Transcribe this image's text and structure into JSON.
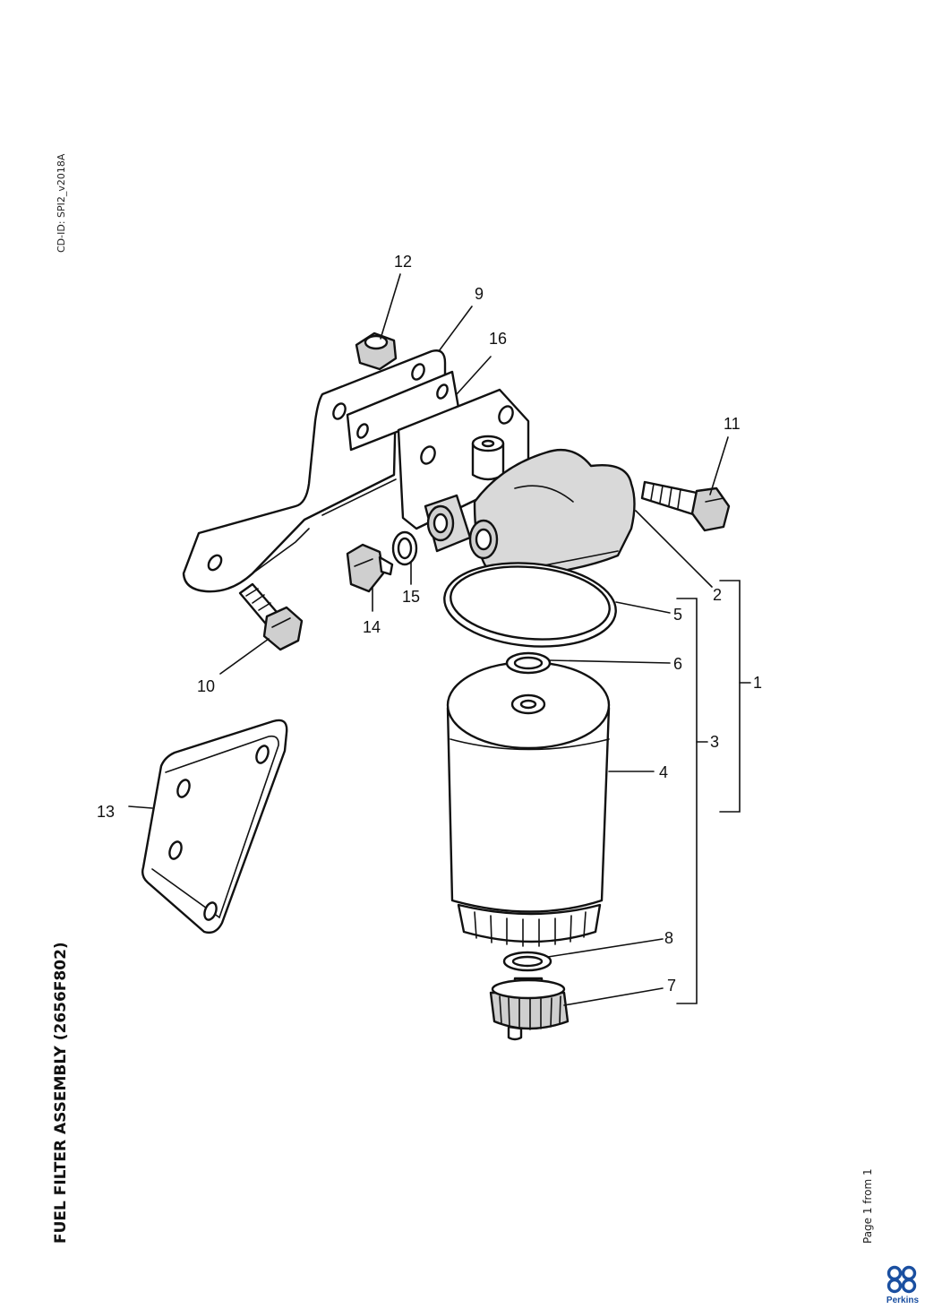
{
  "document": {
    "title": "FUEL FILTER ASSEMBLY (2656F802)",
    "cd_id": "CD-ID: SPI2_v2018A",
    "page_info": "Page 1 from 1"
  },
  "brand": {
    "name": "Perkins",
    "color": "#1a4fa0"
  },
  "callouts": [
    "1",
    "2",
    "3",
    "4",
    "5",
    "6",
    "7",
    "8",
    "9",
    "10",
    "11",
    "12",
    "13",
    "14",
    "15",
    "16"
  ]
}
